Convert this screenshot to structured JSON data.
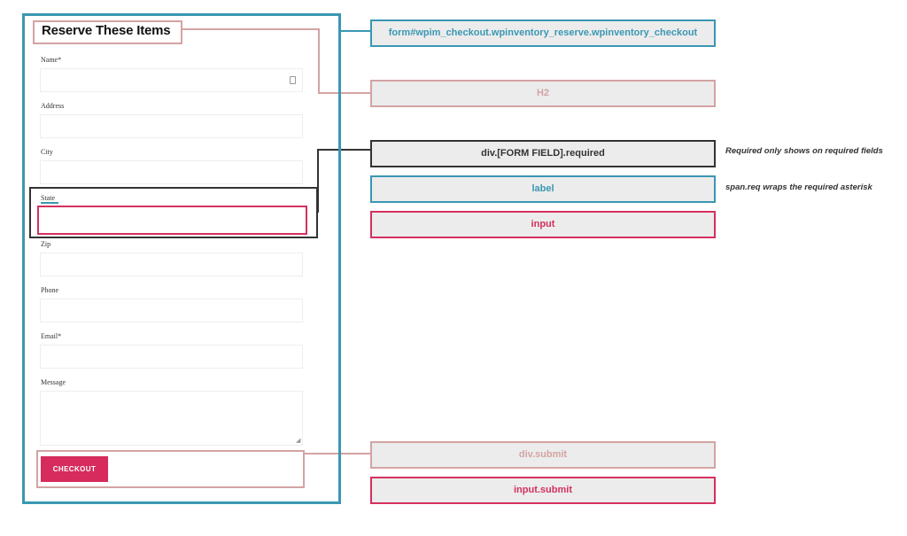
{
  "form": {
    "heading": "Reserve These Items",
    "fields": [
      {
        "label": "Name*"
      },
      {
        "label": "Address"
      },
      {
        "label": "City"
      },
      {
        "label": "State"
      },
      {
        "label": "Zip"
      },
      {
        "label": "Phone"
      },
      {
        "label": "Email*"
      },
      {
        "label": "Message"
      }
    ],
    "submit_label": "CHECKOUT"
  },
  "legend": {
    "form_selector": "form#wpim_checkout.wpinventory_reserve.wpinventory_checkout",
    "h2": "H2",
    "form_field": "div.[FORM FIELD].required",
    "label": "label",
    "input": "input",
    "div_submit": "div.submit",
    "input_submit": "input.submit"
  },
  "notes": {
    "required": "Required only shows on required fields",
    "span_req": "span.req wraps the required asterisk"
  },
  "colors": {
    "teal": "#3a97b3",
    "pink": "#d4a3a3",
    "crimson": "#d4305e",
    "dark": "#333333"
  }
}
